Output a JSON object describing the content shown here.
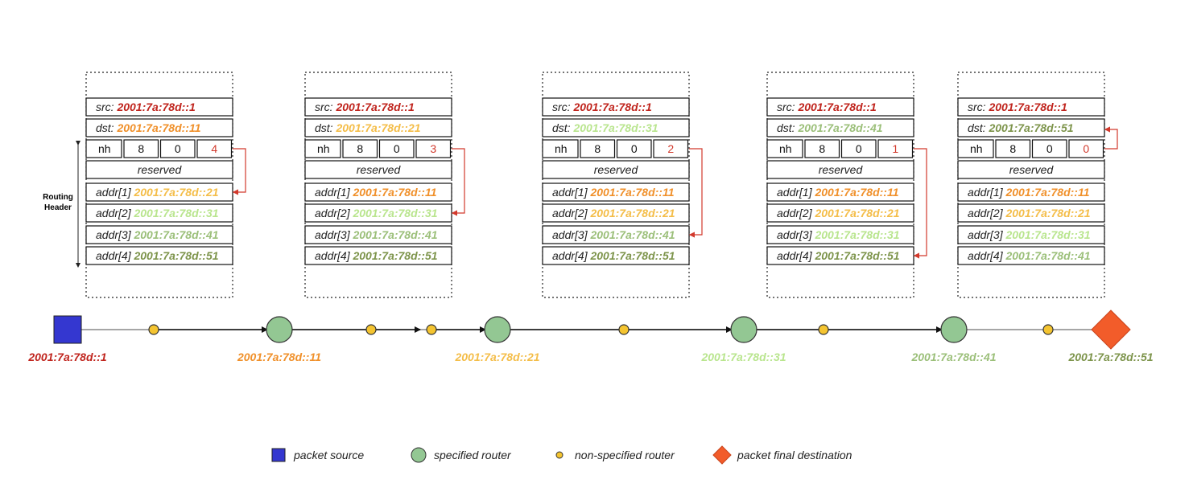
{
  "colors": {
    "c1": "#c0241d",
    "c11": "#f0902a",
    "c21": "#f4bd48",
    "c31": "#b9e58e",
    "c41": "#9bbf79",
    "c51": "#7d944b",
    "arrow": "#d2392c",
    "source": "#3437d0",
    "router": "#93c793",
    "nonrouter": "#f4c430",
    "destination": "#f25c2a"
  },
  "routing_header_label": [
    "Routing",
    "Header"
  ],
  "labels": {
    "src": "src:",
    "dst": "dst:",
    "nh": "nh",
    "hdr_len": "8",
    "type": "0",
    "reserved": "reserved",
    "addr1": "addr[1]",
    "addr2": "addr[2]",
    "addr3": "addr[3]",
    "addr4": "addr[4]"
  },
  "packets": [
    {
      "src": "2001:7a:78d::1",
      "src_color": "c1",
      "dst": "2001:7a:78d::11",
      "dst_color": "c11",
      "segments_left": "4",
      "addrs": [
        {
          "text": "2001:7a:78d::21",
          "color": "c21"
        },
        {
          "text": "2001:7a:78d::31",
          "color": "c31"
        },
        {
          "text": "2001:7a:78d::41",
          "color": "c41"
        },
        {
          "text": "2001:7a:78d::51",
          "color": "c51"
        }
      ]
    },
    {
      "src": "2001:7a:78d::1",
      "src_color": "c1",
      "dst": "2001:7a:78d::21",
      "dst_color": "c21",
      "segments_left": "3",
      "addrs": [
        {
          "text": "2001:7a:78d::11",
          "color": "c11"
        },
        {
          "text": "2001:7a:78d::31",
          "color": "c31"
        },
        {
          "text": "2001:7a:78d::41",
          "color": "c41"
        },
        {
          "text": "2001:7a:78d::51",
          "color": "c51"
        }
      ]
    },
    {
      "src": "2001:7a:78d::1",
      "src_color": "c1",
      "dst": "2001:7a:78d::31",
      "dst_color": "c31",
      "segments_left": "2",
      "addrs": [
        {
          "text": "2001:7a:78d::11",
          "color": "c11"
        },
        {
          "text": "2001:7a:78d::21",
          "color": "c21"
        },
        {
          "text": "2001:7a:78d::41",
          "color": "c41"
        },
        {
          "text": "2001:7a:78d::51",
          "color": "c51"
        }
      ]
    },
    {
      "src": "2001:7a:78d::1",
      "src_color": "c1",
      "dst": "2001:7a:78d::41",
      "dst_color": "c41",
      "segments_left": "1",
      "addrs": [
        {
          "text": "2001:7a:78d::11",
          "color": "c11"
        },
        {
          "text": "2001:7a:78d::21",
          "color": "c21"
        },
        {
          "text": "2001:7a:78d::31",
          "color": "c31"
        },
        {
          "text": "2001:7a:78d::51",
          "color": "c51"
        }
      ]
    },
    {
      "src": "2001:7a:78d::1",
      "src_color": "c1",
      "dst": "2001:7a:78d::51",
      "dst_color": "c51",
      "segments_left": "0",
      "addrs": [
        {
          "text": "2001:7a:78d::11",
          "color": "c11"
        },
        {
          "text": "2001:7a:78d::21",
          "color": "c21"
        },
        {
          "text": "2001:7a:78d::31",
          "color": "c31"
        },
        {
          "text": "2001:7a:78d::41",
          "color": "c41"
        }
      ]
    }
  ],
  "nodes": [
    {
      "kind": "source",
      "label": "2001:7a:78d::1",
      "color": "c1"
    },
    {
      "kind": "nonrouter"
    },
    {
      "kind": "router",
      "label": "2001:7a:78d::11",
      "color": "c11"
    },
    {
      "kind": "nonrouter"
    },
    {
      "kind": "nonrouter"
    },
    {
      "kind": "router",
      "label": "2001:7a:78d::21",
      "color": "c21"
    },
    {
      "kind": "nonrouter"
    },
    {
      "kind": "router",
      "label": "2001:7a:78d::31",
      "color": "c31"
    },
    {
      "kind": "nonrouter"
    },
    {
      "kind": "router",
      "label": "2001:7a:78d::41",
      "color": "c41"
    },
    {
      "kind": "nonrouter"
    },
    {
      "kind": "destination",
      "label": "2001:7a:78d::51",
      "color": "c51"
    }
  ],
  "legend": [
    {
      "kind": "source",
      "label": "packet source"
    },
    {
      "kind": "router",
      "label": "specified router"
    },
    {
      "kind": "nonrouter",
      "label": "non-specified router"
    },
    {
      "kind": "destination",
      "label": "packet final destination"
    }
  ]
}
